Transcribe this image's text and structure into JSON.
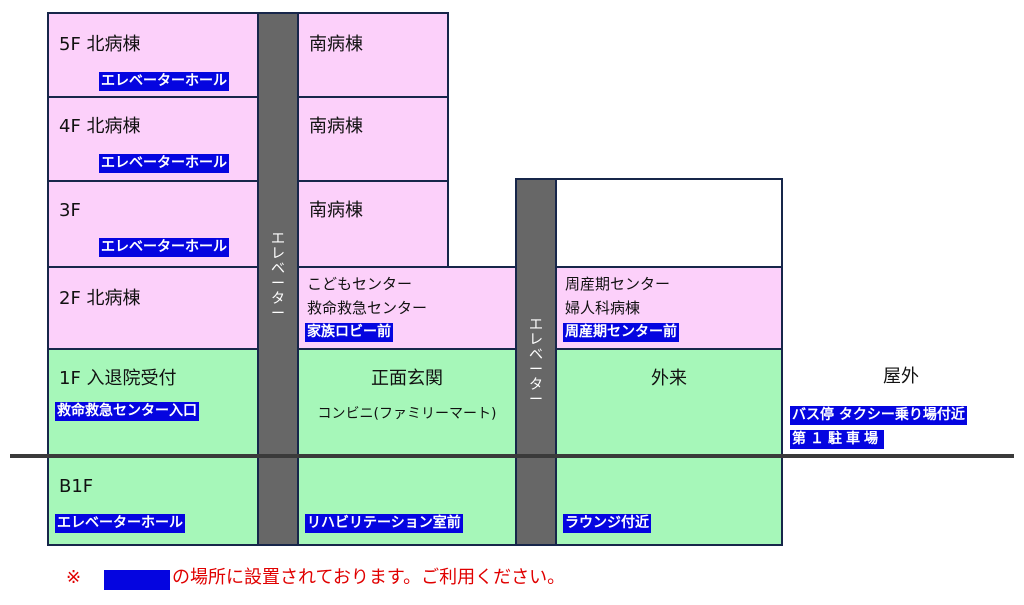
{
  "floors": {
    "f5": {
      "label": "5F 北病棟",
      "tag": "エレベーターホール"
    },
    "f4": {
      "label": "4F 北病棟",
      "tag": "エレベーターホール"
    },
    "f3": {
      "label": "3F",
      "tag": "エレベーターホール"
    },
    "f2": {
      "label": "2F 北病棟"
    },
    "f1": {
      "label": "1F 入退院受付",
      "tag": "救命救急センター入口"
    },
    "b1": {
      "label": "B1F",
      "tag": "エレベーターホール"
    }
  },
  "south": {
    "f5": "南病棟",
    "f4": "南病棟",
    "f3": "南病棟"
  },
  "center": {
    "f2_line1": "こどもセンター",
    "f2_line2": "救命救急センター",
    "f2_tag": "家族ロビー前",
    "f1_title": "正面玄関",
    "f1_sub": "コンビニ(ファミリーマート)",
    "b1_tag": "リハビリテーション室前"
  },
  "east": {
    "f2_line1": "周産期センター",
    "f2_line2": "婦人科病棟",
    "f2_tag": "周産期センター前",
    "f1_title": "外来",
    "b1_tag": "ラウンジ付近"
  },
  "outdoor": {
    "title": "屋外",
    "tag1": "バス停 タクシー乗り場付近",
    "tag2": "第１駐車場"
  },
  "elevator_label": "エレベーター",
  "note": {
    "prefix": "※",
    "text": "の場所に設置されております。ご利用ください。"
  },
  "colors": {
    "ward": "#fcd0fa",
    "public_floor": "#a6f7b9",
    "highlight": "#0505e0",
    "elevator": "#676767",
    "note": "#e00000"
  }
}
